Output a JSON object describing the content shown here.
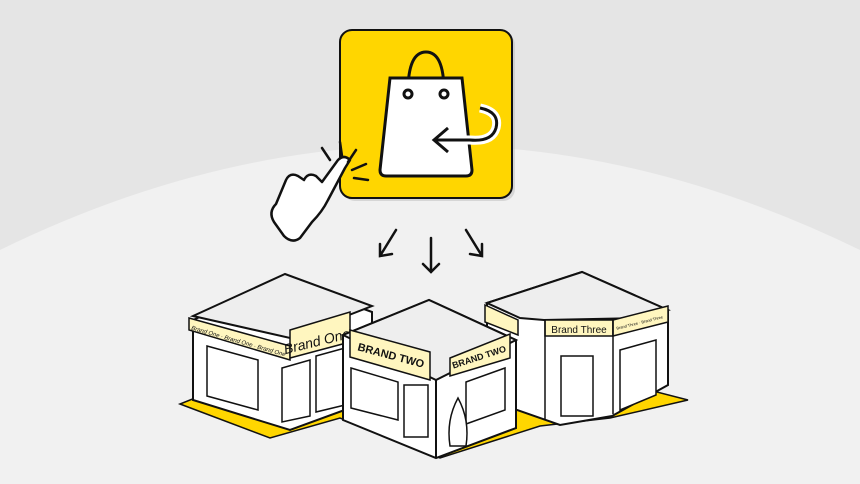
{
  "app_icon": {
    "name": "shopping-bag-return-icon",
    "accent": "#ffd600"
  },
  "stores": [
    {
      "name": "Brand One",
      "band_text": "Brand One · Brand One · Brand One"
    },
    {
      "name": "BRAND TWO",
      "side_sign": "BRAND TWO"
    },
    {
      "name": "Brand Three",
      "band_text": "Brand Three · Brand Three"
    }
  ],
  "colors": {
    "yellow": "#ffd600",
    "cream": "#fff6bf",
    "ink": "#111111",
    "background": "#e5e5e5",
    "floor": "#f1f1f1"
  }
}
